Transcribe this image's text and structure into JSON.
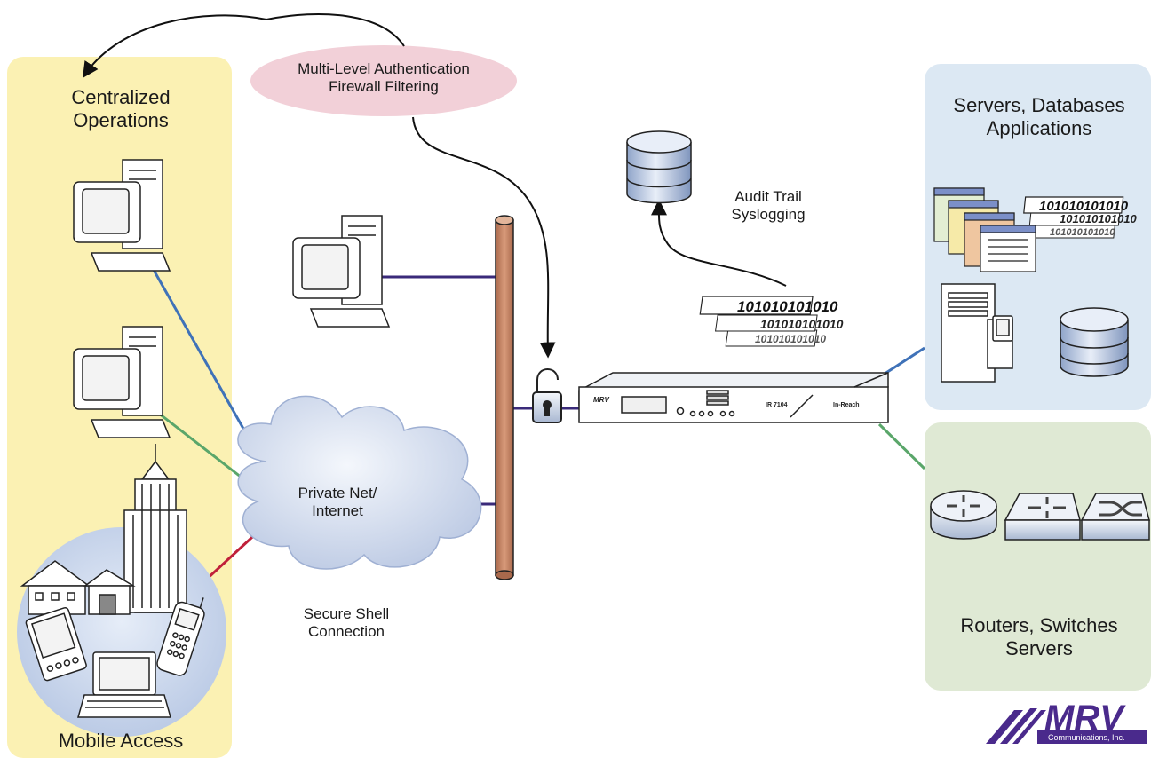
{
  "panels": {
    "centralized_title": [
      "Centralized",
      "Operations"
    ],
    "mobile_title": "Mobile Access",
    "servers_title": [
      "Servers, Databases",
      "Applications"
    ],
    "routers_title": [
      "Routers, Switches",
      "Servers"
    ]
  },
  "auth_bubble": [
    "Multi-Level Authentication",
    "Firewall Filtering"
  ],
  "cloud_label": [
    "Private Net/",
    "Internet"
  ],
  "ssh_label": [
    "Secure Shell",
    "Connection"
  ],
  "audit_label": [
    "Audit Trail",
    "Syslogging"
  ],
  "binary_text": "101010101010",
  "device": {
    "brand": "MRV",
    "model": "IR 7104",
    "name": "In-Reach"
  },
  "logo": {
    "name": "MRV",
    "tagline": "Communications, Inc."
  },
  "colors": {
    "centralized_panel": "#fbf1b3",
    "servers_panel": "#dce8f3",
    "routers_panel": "#dfe9d4",
    "auth_bubble": "#f2d0d8",
    "backbone": "#c98a6a",
    "link_blue": "#3f72b8",
    "link_green": "#5aa66a",
    "link_red": "#c0203a",
    "link_purple": "#3a2a7a",
    "logo_purple": "#4a2a8c"
  }
}
